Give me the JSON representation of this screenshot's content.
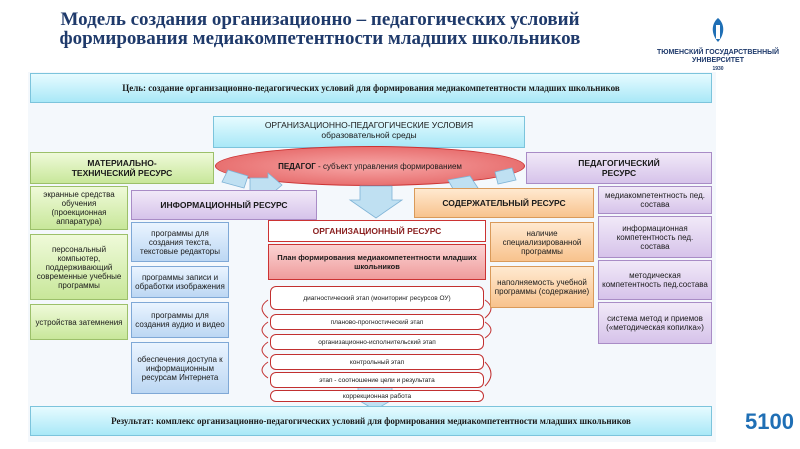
{
  "title": "Модель создания организационно – педагогических условий формирования медиакомпетентности младших школьников",
  "logo": {
    "university": "ТЮМЕНСКИЙ ГОСУДАРСТВЕННЫЙ УНИВЕРСИТЕТ",
    "tag": "1930"
  },
  "goal": "Цель: создание организационно-педагогических условий для формирования медиакомпетентности младших школьников",
  "conditions": {
    "title": "ОРГАНИЗАЦИОННО-ПЕДАГОГИЧЕСКИЕ УСЛОВИЯ",
    "subtitle": "образовательной среды"
  },
  "teacher": {
    "bold": "ПЕДАГОГ",
    "rest": " - субъект управления формированием"
  },
  "material": {
    "header": "МАТЕРИАЛЬНО-ТЕХНИЧЕСКИЙ РЕСУРС",
    "items": [
      "экранные средства обучения (проекционная аппаратура)",
      "персональный компьютер, поддерживающий современные учебные программы",
      "устройства затемнения"
    ]
  },
  "info": {
    "header": "ИНФОРМАЦИОННЫЙ РЕСУРС",
    "items": [
      "программы для создания текста, текстовые редакторы",
      "программы записи и обработки изображения",
      "программы для создания аудио и видео",
      "обеспечения доступа к информационным ресурсам Интернета"
    ]
  },
  "org": {
    "header": "ОРГАНИЗАЦИОННЫЙ РЕСУРС",
    "plan": "План формирования медиакомпетентности младших школьников",
    "stages": [
      "диагностический этап (мониторинг ресурсов ОУ)",
      "планово-прогностический этап",
      "организационно-исполнительский этап",
      "контрольный этап",
      "этап - соотношение цели и результата",
      "коррекционная работа"
    ]
  },
  "content": {
    "header": "СОДЕРЖАТЕЛЬНЫЙ РЕСУРС",
    "items": [
      "наличие специализированной программы",
      "наполняемость учебной программы (содержание)"
    ]
  },
  "pedagogical": {
    "header": "ПЕДАГОГИЧЕСКИЙ РЕСУРС",
    "items": [
      "медиакомпетентность пед. состава",
      "информационная компетентность пед. состава",
      "методическая компетентность пед.состава",
      "система метод и приемов («методическая копилка»)"
    ]
  },
  "result": "Результат: комплекс организационно-педагогических условий для формирования медиакомпетентности младших школьников",
  "brand": "5100"
}
